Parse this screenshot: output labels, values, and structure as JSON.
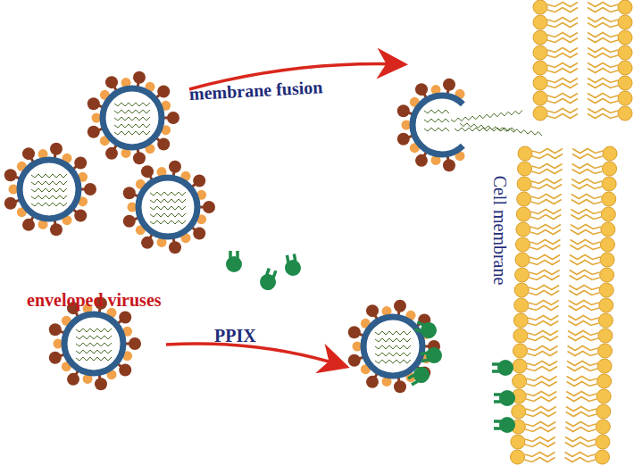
{
  "diagram": {
    "labels": [
      "membrane fusion",
      "enveloped viruses",
      "PPIX",
      "Cell membrane"
    ]
  }
}
